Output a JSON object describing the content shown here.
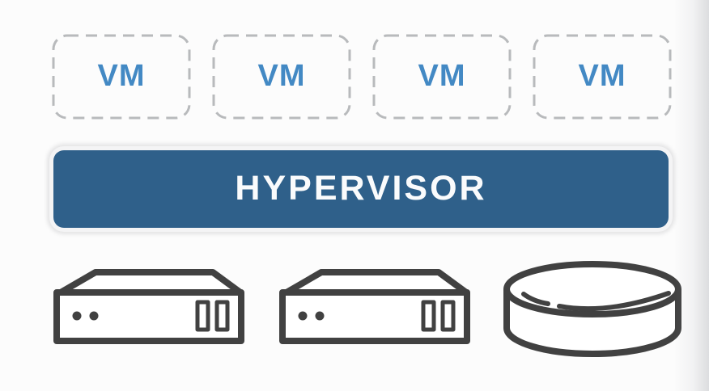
{
  "diagram": {
    "vm_layer": {
      "items": [
        {
          "label": "VM"
        },
        {
          "label": "VM"
        },
        {
          "label": "VM"
        },
        {
          "label": "VM"
        }
      ]
    },
    "hypervisor": {
      "label": "HYPERVISOR"
    },
    "hardware": {
      "icons": [
        "server-icon",
        "server-icon",
        "disk-icon"
      ]
    }
  },
  "colors": {
    "vm_blue": "#4389c4",
    "hypervisor_blue": "#2f608a",
    "dash_gray": "#b8babc",
    "icon_gray": "#414141",
    "background": "#fcfcfc"
  }
}
